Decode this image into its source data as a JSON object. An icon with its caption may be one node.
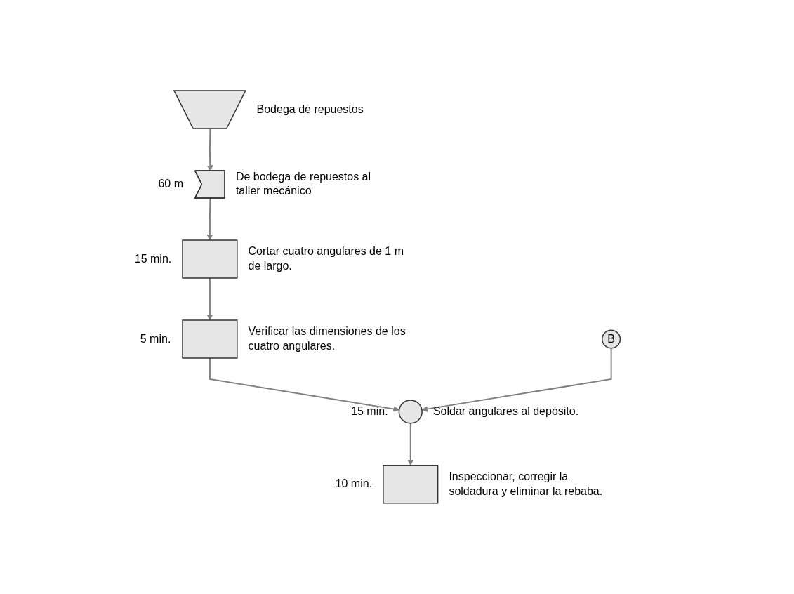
{
  "diagram": {
    "nodes": [
      {
        "text": [],
        "shape": "triangle",
        "beside": [
          "Bodega de repuestos"
        ]
      },
      {
        "text": [],
        "shape": "arrow",
        "beside": [
          "60 m",
          "De bodega de repuestos al taller mecánico"
        ]
      },
      {
        "text": [],
        "shape": "box",
        "beside": [
          "15 min.",
          "Cortar cuatro angulares de 1 m de largo."
        ]
      },
      {
        "text": [],
        "shape": "box",
        "beside": [
          "5 min.",
          "Verificar las dimensiones de los cuatro angulares."
        ]
      },
      {
        "text": [
          "B"
        ]
      },
      {
        "text": [],
        "shape": "circle",
        "beside": [
          "15 min.",
          "Soldar angulares al depósito."
        ]
      },
      {
        "text": [],
        "shape": "box",
        "beside": [
          "10 min.",
          "Inspeccionar, corregir la soldadura y eliminar la rebaba."
        ]
      }
    ],
    "edges": [
      {
        "from": 0,
        "to": 1,
        "arrow": "to"
      },
      {
        "from": 1,
        "to": 2,
        "arrow": "to"
      },
      {
        "from": 2,
        "to": 3,
        "arrow": "to"
      },
      {
        "from": 3,
        "to": 5,
        "arrow": "to"
      },
      {
        "from": 4,
        "to": 5,
        "arrow": "to"
      },
      {
        "from": 5,
        "to": 6,
        "arrow": "to"
      }
    ]
  }
}
